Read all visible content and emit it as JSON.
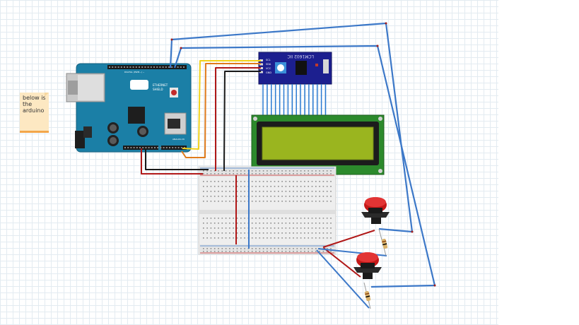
{
  "note": {
    "text": "below is the arduino"
  },
  "arduino": {
    "brand_label": "ETHERNET",
    "model_label": "SHIELD",
    "digital_label": "DIGITAL (PWM~) ~",
    "analog_label": "ANALOG IN"
  },
  "i2c": {
    "label": "LCM1602 IIC",
    "pins": [
      "SCL",
      "SDA",
      "VCC",
      "GND"
    ]
  },
  "colors": {
    "arduino_blue": "#1b7fa6",
    "wire_blue": "#3c78c8",
    "wire_red": "#b01818",
    "wire_black": "#1a1a1a",
    "wire_yellow": "#f2d21a",
    "wire_orange": "#e07b1c",
    "lcd_screen": "#9ab51f",
    "lcd_board": "#2c8a2c",
    "button_red": "#d01c1c"
  }
}
